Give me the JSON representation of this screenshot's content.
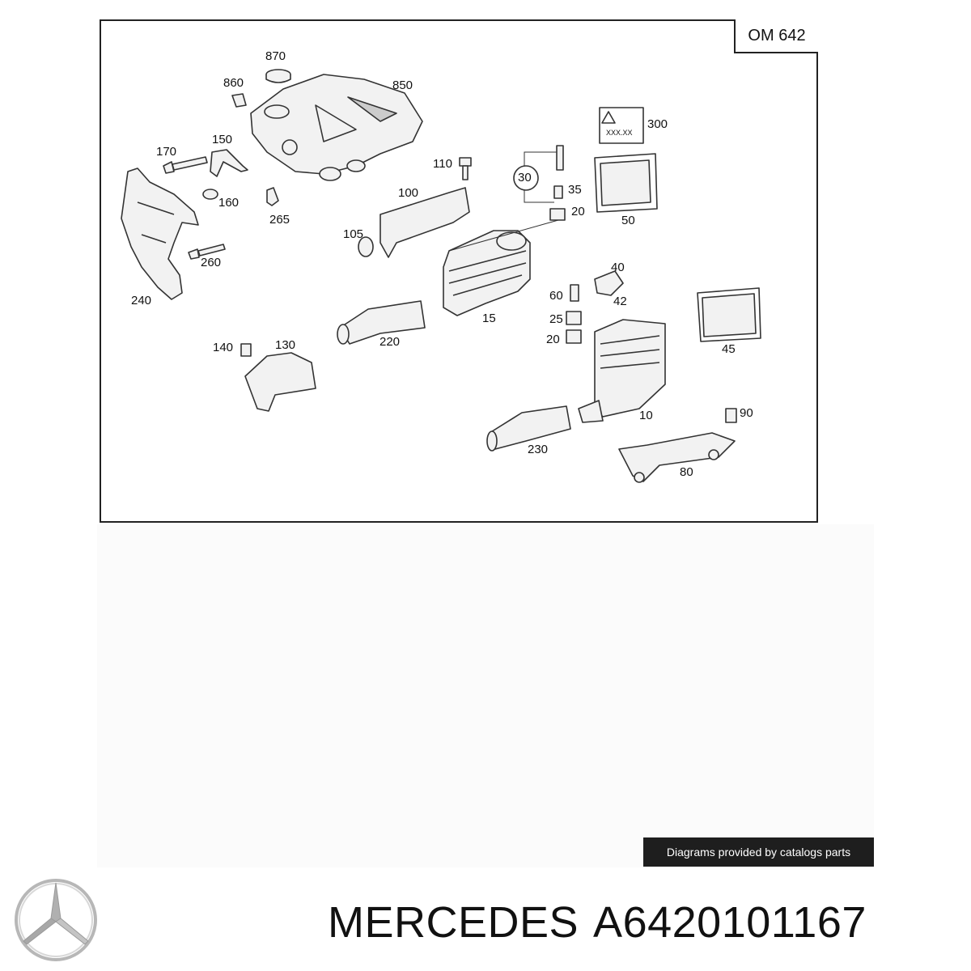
{
  "diagram": {
    "model": "OM 642",
    "callouts": {
      "p870": "870",
      "p860": "860",
      "p850": "850",
      "p170": "170",
      "p150": "150",
      "p160": "160",
      "p265": "265",
      "p110": "110",
      "p100": "100",
      "p105": "105",
      "p300": "300",
      "p30": "30",
      "p35": "35",
      "p20a": "20",
      "p50": "50",
      "p240": "240",
      "p260": "260",
      "p15": "15",
      "p40": "40",
      "p60": "60",
      "p42": "42",
      "p25": "25",
      "p20b": "20",
      "p45": "45",
      "p220": "220",
      "p140": "140",
      "p130": "130",
      "p10": "10",
      "p90": "90",
      "p230": "230",
      "p80": "80"
    },
    "label_text": "XXX.XX"
  },
  "credit": "Diagrams provided by catalogs parts",
  "caption": {
    "brand": "MERCEDES",
    "part_number": "A6420101167"
  }
}
